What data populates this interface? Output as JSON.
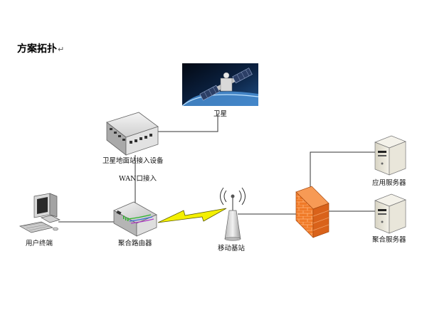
{
  "page": {
    "title": "方案拓扑",
    "return_mark": "↵"
  },
  "nodes": {
    "satellite": {
      "label": "卫星",
      "icon": "satellite-icon"
    },
    "ground_access": {
      "label": "卫星地面站接入设备",
      "icon": "network-switch-icon"
    },
    "wan_link": {
      "label": "WAN口接入"
    },
    "user_terminal": {
      "label": "用户终端",
      "icon": "desktop-computer-icon"
    },
    "router": {
      "label": "聚合路由器",
      "icon": "router-icon"
    },
    "base_station": {
      "label": "移动基站",
      "icon": "antenna-tower-icon"
    },
    "firewall": {
      "icon": "firewall-icon"
    },
    "app_server": {
      "label": "应用服务器",
      "icon": "server-icon"
    },
    "agg_server": {
      "label": "聚合服务器",
      "icon": "server-icon"
    }
  },
  "colors": {
    "line": "#333333",
    "lightning": "#f4f000",
    "firewall": "#f07a28",
    "space": "#0b1a33"
  }
}
